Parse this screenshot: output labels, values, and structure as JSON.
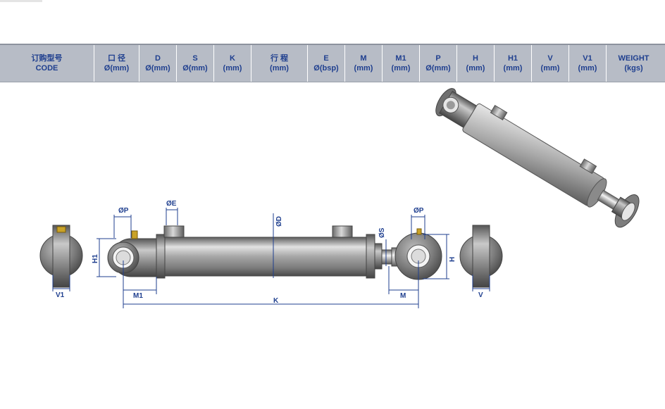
{
  "table": {
    "columns": [
      {
        "key": "code",
        "line1": "订购型号",
        "line2": "CODE"
      },
      {
        "key": "bore",
        "line1": "口  径",
        "line2": "Ø(mm)"
      },
      {
        "key": "d",
        "line1": "D",
        "line2": "Ø(mm)"
      },
      {
        "key": "s",
        "line1": "S",
        "line2": "Ø(mm)"
      },
      {
        "key": "k",
        "line1": "K",
        "line2": "(mm)"
      },
      {
        "key": "stroke",
        "line1": "行    程",
        "line2": "(mm)"
      },
      {
        "key": "e",
        "line1": "E",
        "line2": "Ø(bsp)"
      },
      {
        "key": "m",
        "line1": "M",
        "line2": "(mm)"
      },
      {
        "key": "m1",
        "line1": "M1",
        "line2": "(mm)"
      },
      {
        "key": "p",
        "line1": "P",
        "line2": "Ø(mm)"
      },
      {
        "key": "h",
        "line1": "H",
        "line2": "(mm)"
      },
      {
        "key": "h1",
        "line1": "H1",
        "line2": "(mm)"
      },
      {
        "key": "v",
        "line1": "V",
        "line2": "(mm)"
      },
      {
        "key": "v1",
        "line1": "V1",
        "line2": "(mm)"
      },
      {
        "key": "weight",
        "line1": "WEIGHT",
        "line2": "(kgs)"
      }
    ]
  },
  "dimensions": {
    "p_left": "ØP",
    "e": "ØE",
    "d": "ØD",
    "s": "ØS",
    "p_right": "ØP",
    "h1": "H1",
    "h": "H",
    "m1": "M1",
    "k": "K",
    "m": "M",
    "v1": "V1",
    "v": "V"
  },
  "colors": {
    "header_bg": "#b7bcc6",
    "header_text": "#1f3f8f",
    "metal_dark": "#6c6c6c",
    "metal_light": "#e0e0e0",
    "dimension_line": "#1f3f8f",
    "brass": "#c9a227"
  }
}
